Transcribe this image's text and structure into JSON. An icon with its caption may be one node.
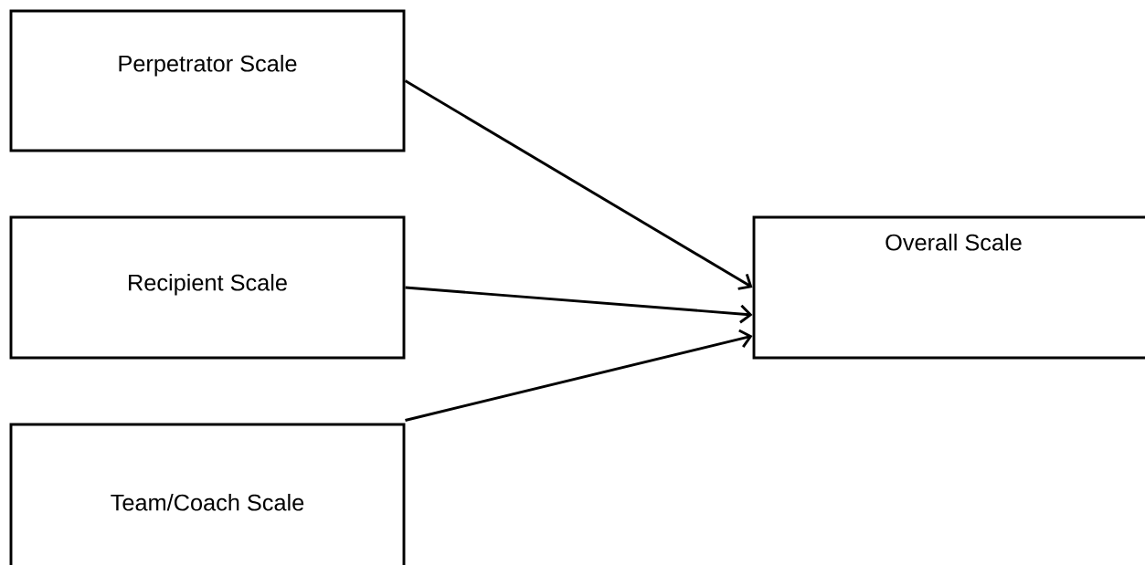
{
  "diagram": {
    "nodes": [
      {
        "text": [
          "Perpetrator Scale"
        ]
      },
      {
        "text": [
          "Recipient Scale"
        ]
      },
      {
        "text": [
          "Team/Coach Scale"
        ]
      },
      {
        "text": [
          "Overall Scale"
        ]
      }
    ],
    "edges": [
      {
        "from": 0,
        "to": 3,
        "arrow": "to"
      },
      {
        "from": 1,
        "to": 3,
        "arrow": "to"
      },
      {
        "from": 2,
        "to": 3,
        "arrow": "to"
      }
    ]
  }
}
